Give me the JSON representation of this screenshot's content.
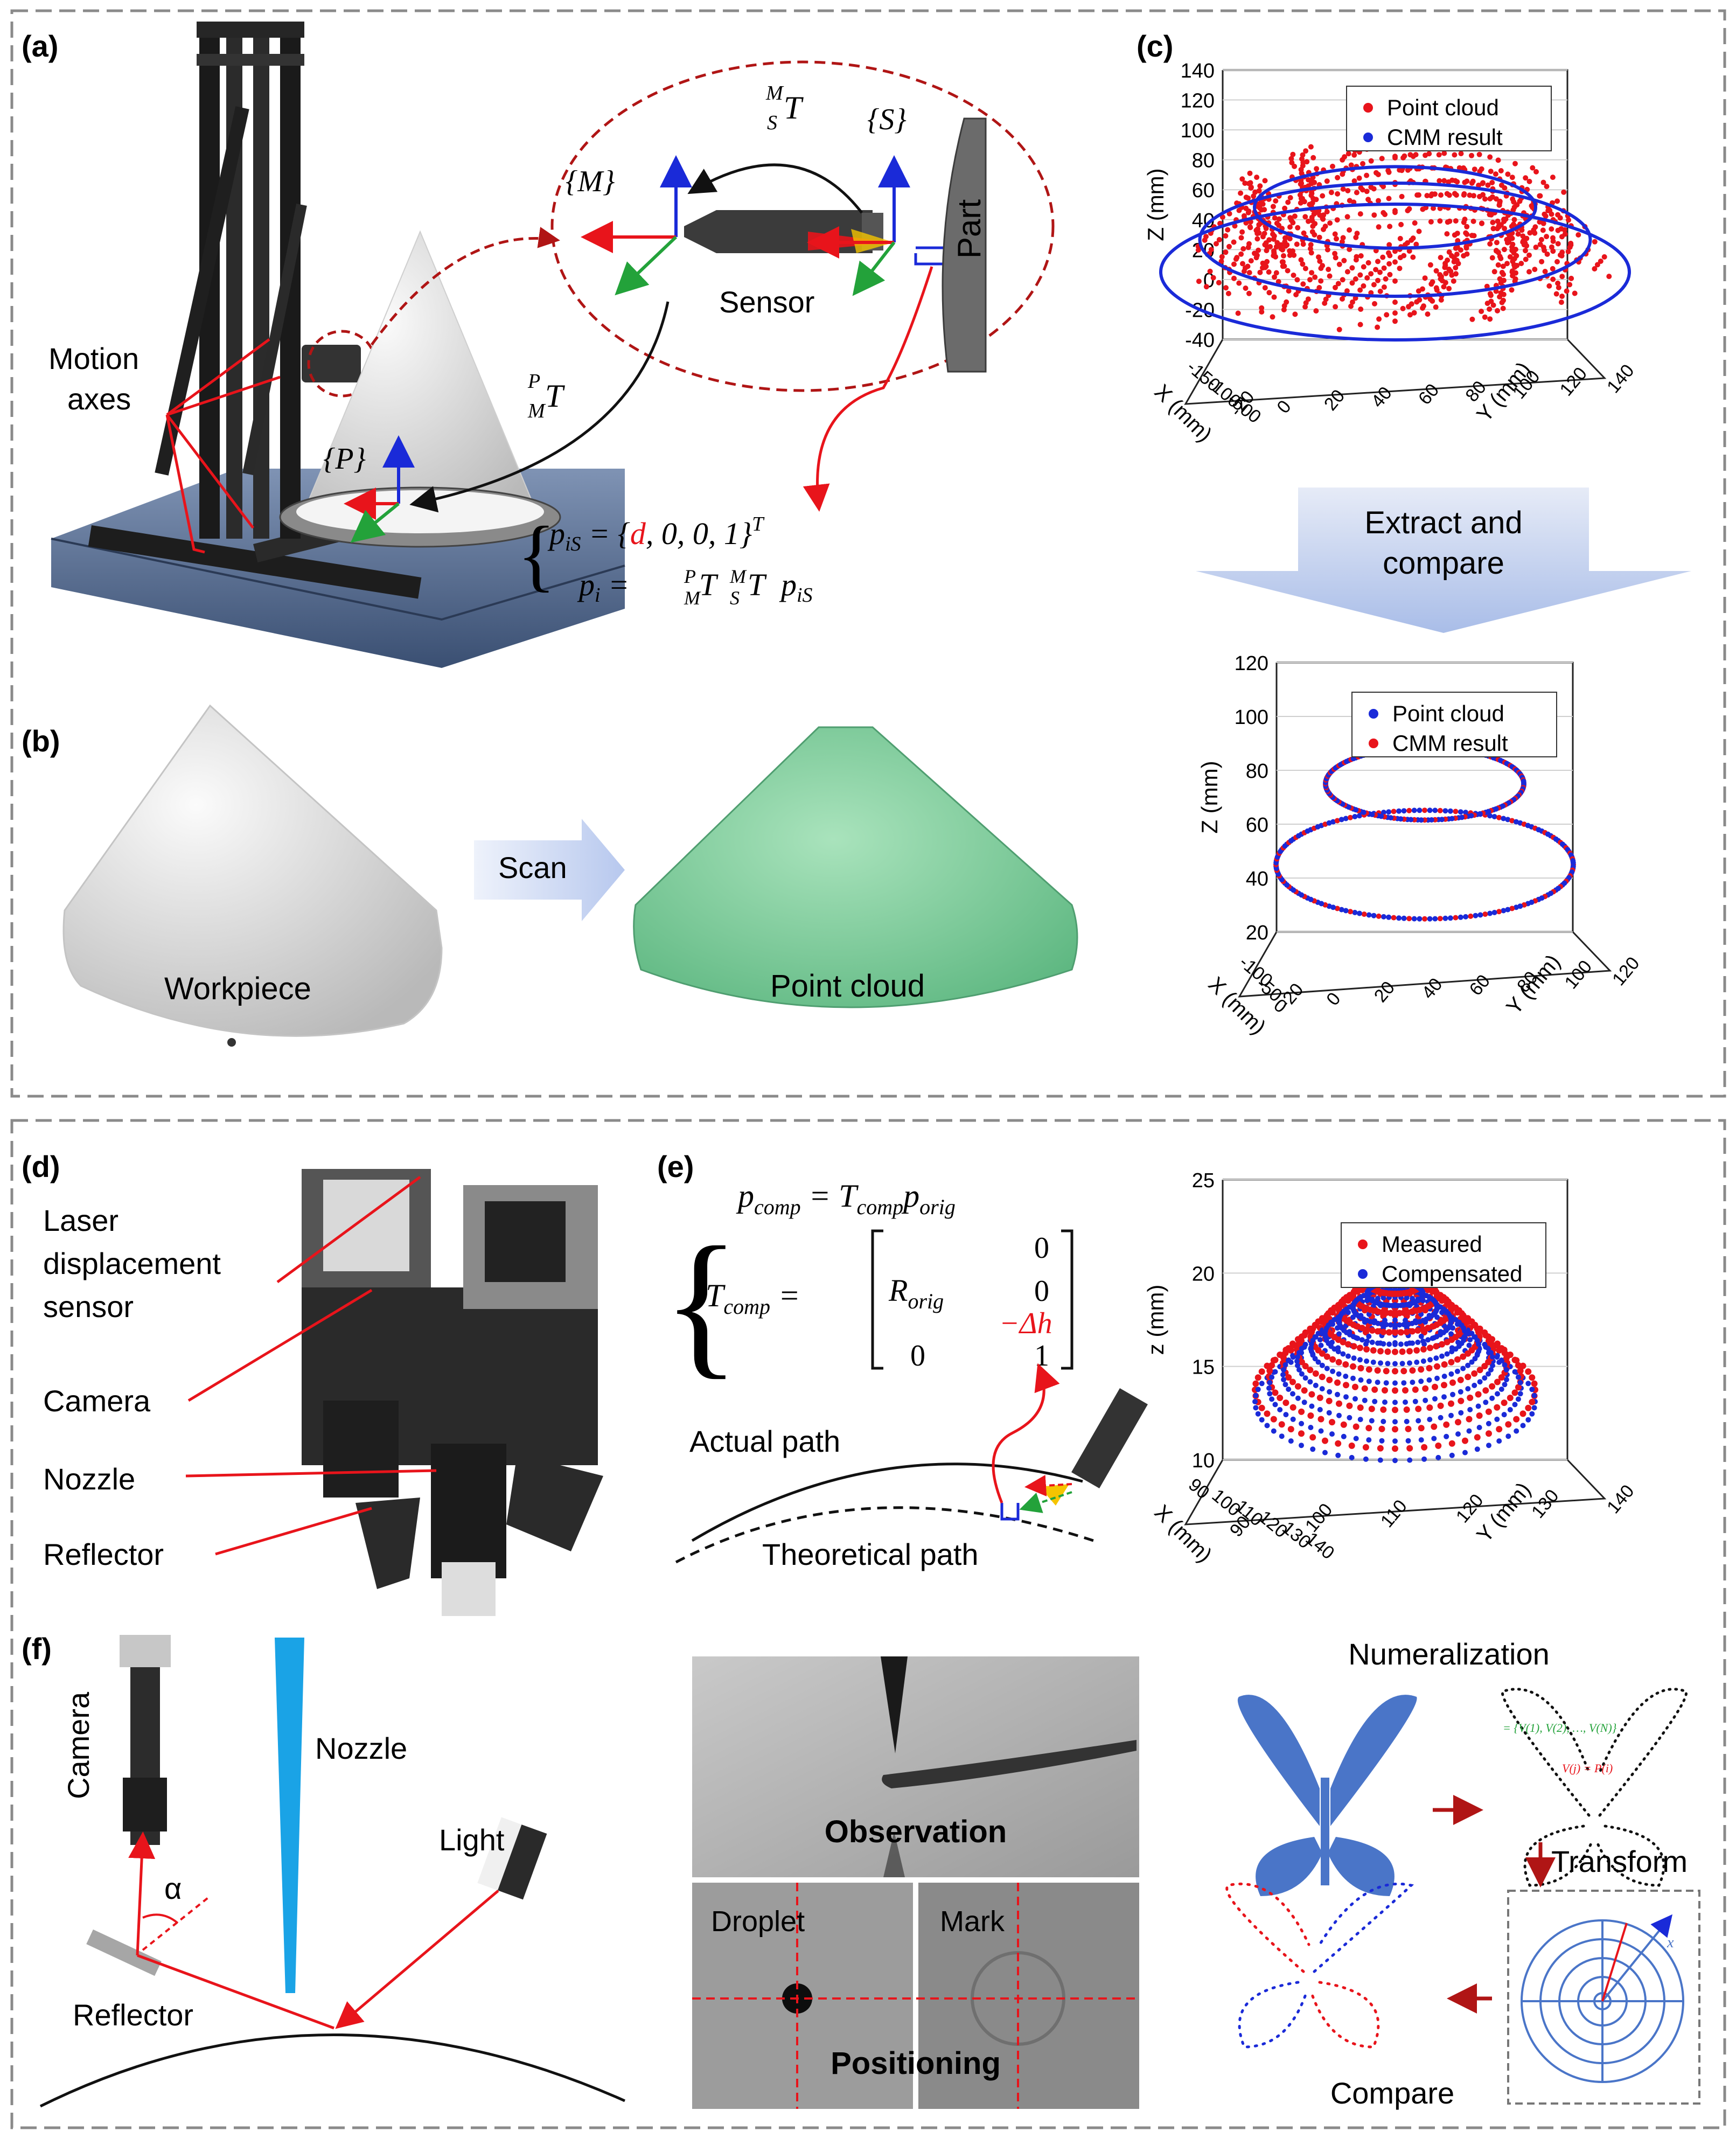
{
  "panel_labels": {
    "a": "(a)",
    "b": "(b)",
    "c": "(c)",
    "d": "(d)",
    "e": "(e)",
    "f": "(f)"
  },
  "panel_a": {
    "motion_axes": [
      "Motion",
      "axes"
    ],
    "frame_M": "{M}",
    "frame_S": "{S}",
    "frame_P": "{P}",
    "transform_MS": "T",
    "transform_MS_sup": "M",
    "transform_MS_sub": "S",
    "transform_PM": "T",
    "transform_PM_sup": "P",
    "transform_PM_sub": "M",
    "sensor": "Sensor",
    "part": "Part",
    "eq1_left": "p",
    "eq1_left_sub": "iS",
    "eq1_mid": " = {",
    "eq1_d": "d",
    "eq1_rest": ", 0, 0, 1}",
    "eq1_sup": "T",
    "eq2": "p",
    "eq2_sub": "i",
    "eq2_rest": " = ",
    "eq2_tail": "p",
    "eq2_tail_sub": "iS"
  },
  "panel_b": {
    "workpiece": "Workpiece",
    "scan": "Scan",
    "point_cloud": "Point cloud"
  },
  "panel_c": {
    "arrow_text": [
      "Extract and",
      "compare"
    ]
  },
  "panel_d": {
    "labels": [
      "Laser",
      "displacement",
      "sensor",
      "Camera",
      "Nozzle",
      "Reflector"
    ]
  },
  "panel_e": {
    "eq_line1": "p",
    "eq_line1_sub": "comp",
    "eq_line1_rest": " = T",
    "eq_line1_sub2": "comp",
    "eq_line1_p": "p",
    "eq_line1_sub3": "orig",
    "eq_T": "T",
    "eq_T_sub": "comp",
    "eq_eq": " = ",
    "R": "R",
    "R_sub": "orig",
    "zero": "0",
    "one": "1",
    "dh": "−Δh",
    "actual_path": "Actual path",
    "theoretical_path": "Theoretical path"
  },
  "panel_f": {
    "camera": "Camera",
    "nozzle": "Nozzle",
    "light": "Light",
    "alpha": "α",
    "reflector": "Reflector",
    "observation": "Observation",
    "droplet": "Droplet",
    "mark": "Mark",
    "positioning": "Positioning",
    "numeralization": "Numeralization",
    "transform": "Transform",
    "compare": "Compare",
    "formula_green": "V",
    "formula_green_text": "= {V(1), V(2), …, V(N)}",
    "formula_red": "V(j) = P(i)",
    "vt_label": "V",
    "vs_label": "V",
    "x_axis": "x"
  },
  "chart_data": [
    {
      "type": "scatter",
      "title": "",
      "legend": [
        {
          "name": "Point cloud",
          "color": "#e8141b"
        },
        {
          "name": "CMM result",
          "color": "#1a2ad8"
        }
      ],
      "xlabel": "X (mm)",
      "ylabel": "Y (mm)",
      "zlabel": "Z (mm)",
      "z_ticks": [
        "140",
        "120",
        "100",
        "80",
        "60",
        "40",
        "20",
        "0",
        "-20",
        "-40"
      ],
      "x_ticks": [
        "-150",
        "-100",
        "-50",
        "0"
      ],
      "y_ticks": [
        "140",
        "120",
        "100",
        "80",
        "60",
        "40",
        "20",
        "0",
        "-20"
      ],
      "grid": true,
      "legend_position": "top-center"
    },
    {
      "type": "scatter",
      "title": "",
      "legend": [
        {
          "name": "Point cloud",
          "color": "#1a2ad8"
        },
        {
          "name": "CMM result",
          "color": "#e8141b"
        }
      ],
      "xlabel": "X (mm)",
      "ylabel": "Y (mm)",
      "zlabel": "Z (mm)",
      "z_ticks": [
        "120",
        "100",
        "80",
        "60",
        "40",
        "20"
      ],
      "x_ticks": [
        "-100",
        "-50",
        "0"
      ],
      "y_ticks": [
        "120",
        "100",
        "80",
        "60",
        "40",
        "20",
        "0",
        "-20"
      ],
      "grid": true,
      "legend_position": "top-center"
    },
    {
      "type": "scatter",
      "title": "",
      "legend": [
        {
          "name": "Measured",
          "color": "#e8141b"
        },
        {
          "name": "Compensated",
          "color": "#1a2ad8"
        }
      ],
      "xlabel": "X (mm)",
      "ylabel": "Y (mm)",
      "zlabel": "z (mm)",
      "z_ticks": [
        "25",
        "20",
        "15",
        "10"
      ],
      "x_ticks": [
        "90",
        "100",
        "110",
        "120",
        "130",
        "140"
      ],
      "y_ticks": [
        "140",
        "130",
        "120",
        "110",
        "100",
        "90"
      ],
      "grid": true,
      "legend_position": "top-center"
    }
  ]
}
